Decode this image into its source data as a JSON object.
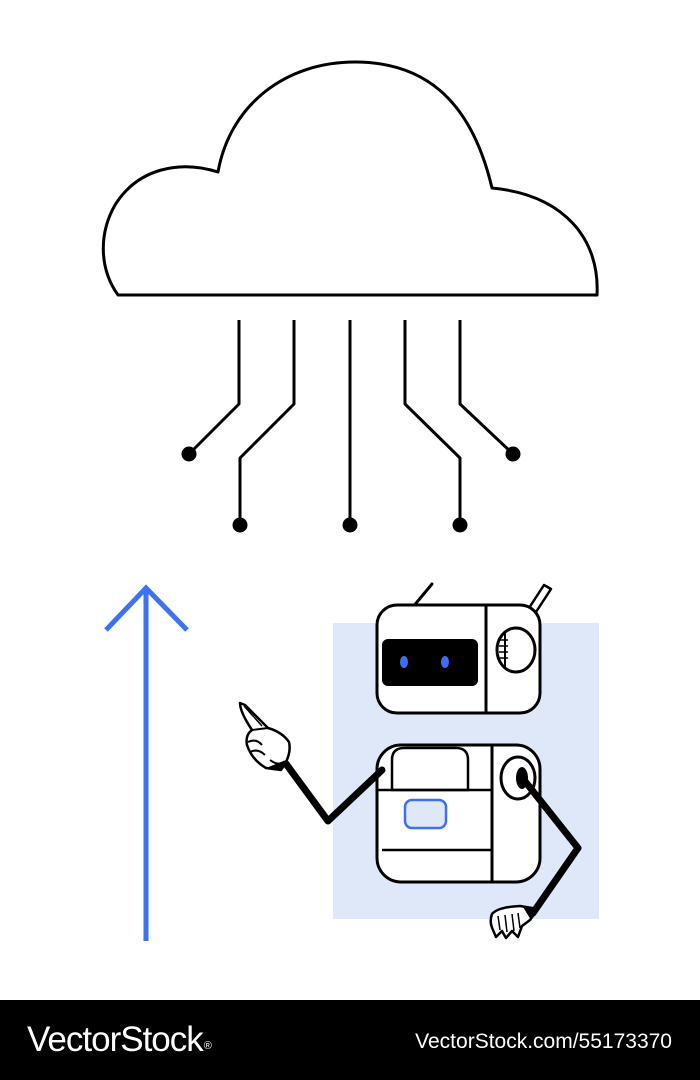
{
  "colors": {
    "line": "#000000",
    "accent_blue": "#3d73f2",
    "panel_bg": "#dfe8f9",
    "eye_blue": "#3d6ef5",
    "footer_bg": "#000000",
    "footer_text": "#ffffff"
  },
  "illustration": {
    "elements": [
      "cloud-icon",
      "circuit-lines",
      "up-arrow-icon",
      "robot-illustration"
    ]
  },
  "footer": {
    "brand": "VectorStock",
    "brand_mark": "®",
    "stock_id": "VectorStock.com/55173370"
  }
}
